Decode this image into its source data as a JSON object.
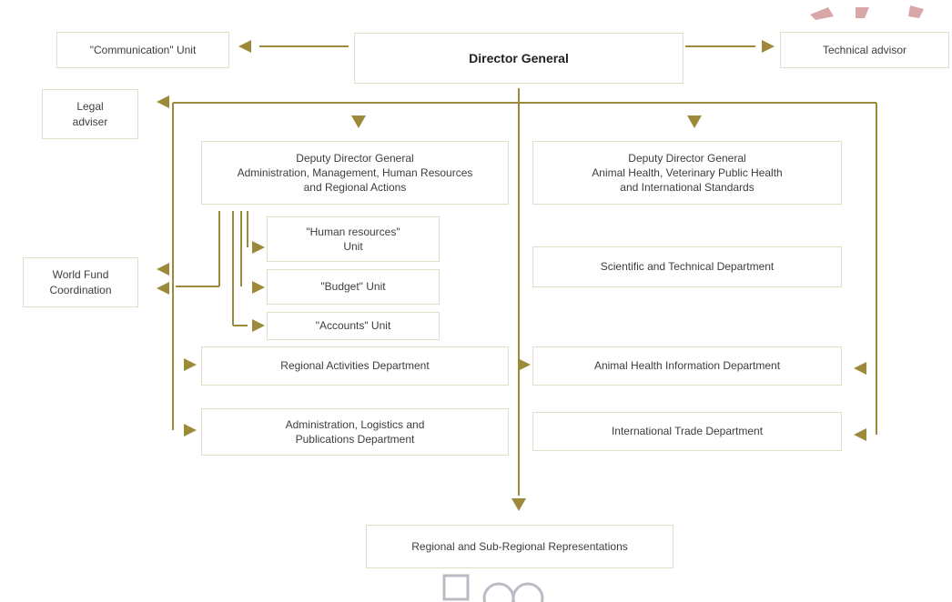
{
  "colors": {
    "line": "#9c8a3a",
    "box_border": "#e3dfc6",
    "logo_red": "#d8a7a7",
    "watermark": "#b9bcc4"
  },
  "boxes": {
    "director_general": "Director General",
    "communication_unit": "\"Communication\" Unit",
    "technical_advisor": "Technical advisor",
    "legal_adviser": [
      "Legal",
      "adviser"
    ],
    "ddg_admin": [
      "Deputy Director General",
      "Administration, Management, Human Resources",
      "and Regional Actions"
    ],
    "ddg_health": [
      "Deputy Director General",
      "Animal Health, Veterinary Public Health",
      "and International Standards"
    ],
    "world_fund": [
      "World Fund",
      "Coordination"
    ],
    "hr_unit": [
      "\"Human resources\"",
      "Unit"
    ],
    "budget_unit": "\"Budget\" Unit",
    "accounts_unit": "\"Accounts\" Unit",
    "scientific_dept": "Scientific and Technical Department",
    "regional_activities": "Regional Activities Department",
    "animal_health_info": "Animal Health Information Department",
    "admin_logistics": [
      "Administration, Logistics and",
      "Publications Department"
    ],
    "international_trade": "International Trade Department",
    "regional_representations": "Regional and Sub-Regional Representations"
  }
}
